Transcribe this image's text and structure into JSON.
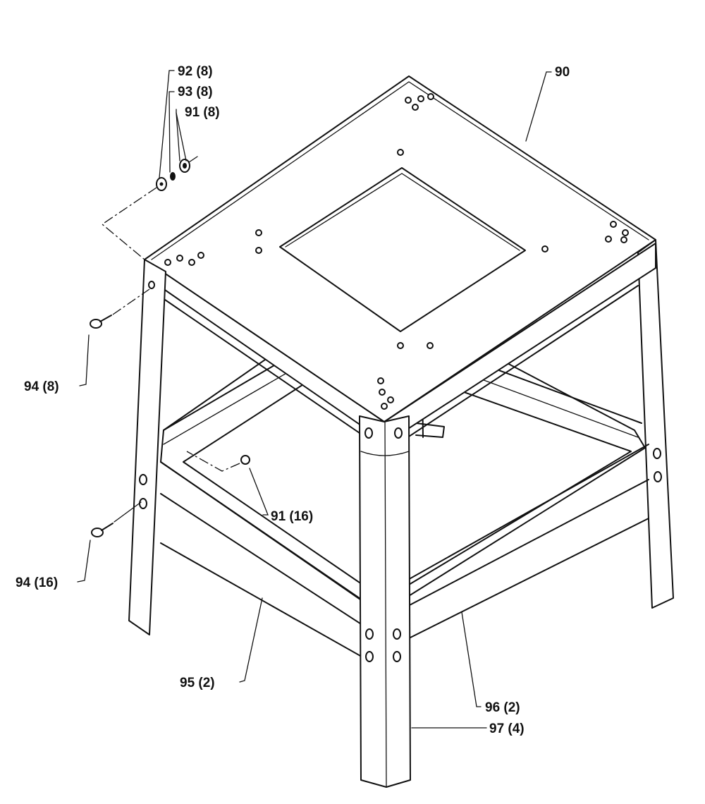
{
  "callouts": {
    "c90": "90",
    "c92": "92 (8)",
    "c93": "93 (8)",
    "c91a": "91 (8)",
    "c94a": "94 (8)",
    "c91b": "91 (16)",
    "c94b": "94 (16)",
    "c95": "95 (2)",
    "c96": "96 (2)",
    "c97": "97 (4)"
  }
}
